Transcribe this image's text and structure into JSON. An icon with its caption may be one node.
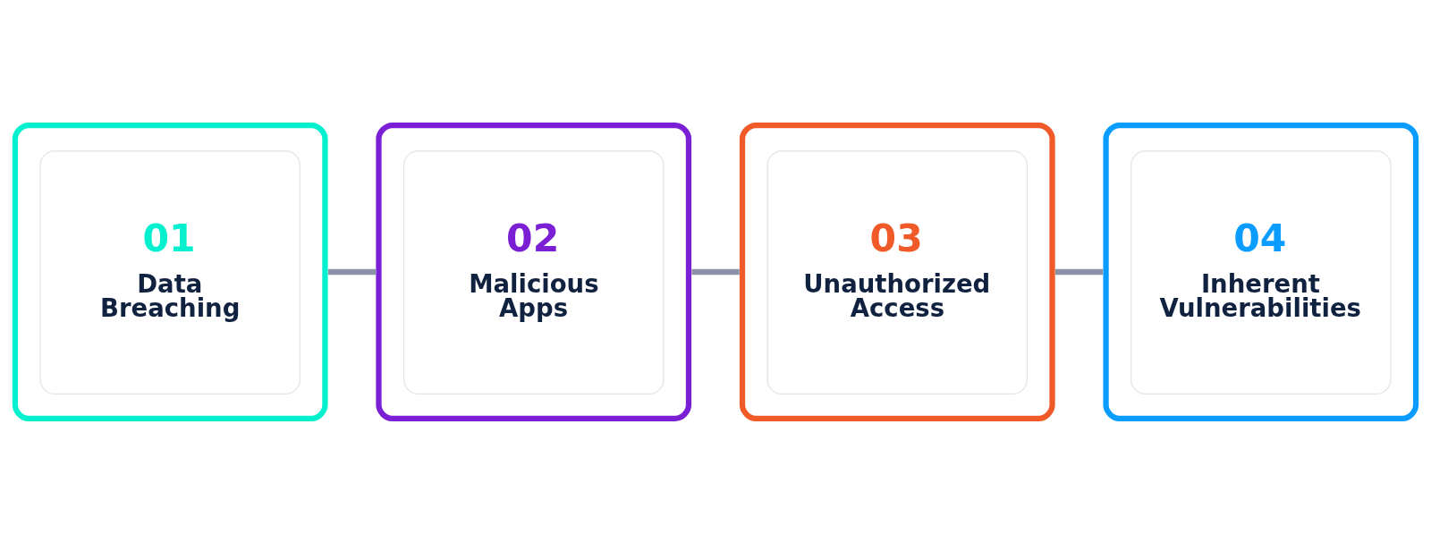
{
  "diagram": {
    "nodes": [
      {
        "text": [
          "01",
          "Data Breaching"
        ]
      },
      {
        "text": [
          "02",
          "Malicious Apps"
        ]
      },
      {
        "text": [
          "03",
          "Unauthorized Access"
        ]
      },
      {
        "text": [
          "04",
          "Inherent Vulnerabilities"
        ]
      }
    ],
    "edges": [
      {
        "from": 0,
        "to": 1,
        "arrow": "none"
      },
      {
        "from": 1,
        "to": 2,
        "arrow": "none"
      },
      {
        "from": 2,
        "to": 3,
        "arrow": "none"
      }
    ]
  }
}
